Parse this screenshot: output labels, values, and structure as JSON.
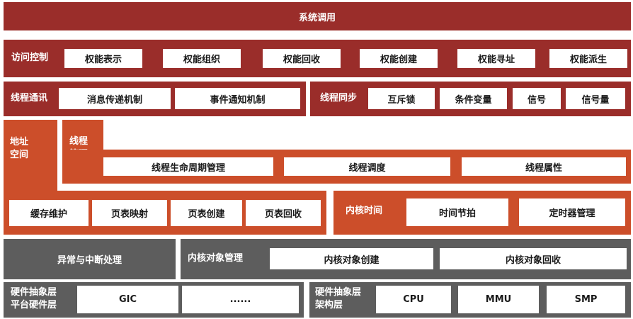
{
  "system_call": "系统调用",
  "access_control": {
    "label": "访问控制",
    "items": [
      "权能表示",
      "权能组织",
      "权能回收",
      "权能创建",
      "权能寻址",
      "权能派生"
    ]
  },
  "thread_comm": {
    "label": "线程通讯",
    "items": [
      "消息传递机制",
      "事件通知机制"
    ]
  },
  "thread_sync": {
    "label": "线程同步",
    "items": [
      "互斥锁",
      "条件变量",
      "信号",
      "信号量"
    ]
  },
  "address_space": {
    "label_line1": "地址",
    "label_line2": "空间",
    "items": [
      "缓存维护",
      "页表映射",
      "页表创建",
      "页表回收"
    ]
  },
  "thread_mgmt": {
    "label_line1": "线程",
    "label_line2": "管理",
    "items": [
      "线程生命周期管理",
      "线程调度",
      "线程属性"
    ]
  },
  "kernel_time": {
    "label": "内核时间",
    "items": [
      "时间节拍",
      "定时器管理"
    ]
  },
  "exception": {
    "label": "异常与中断处理"
  },
  "kernel_obj": {
    "label": "内核对象管理",
    "items": [
      "内核对象创建",
      "内核对象回收"
    ]
  },
  "hal_platform": {
    "label_line1": "硬件抽象层",
    "label_line2": "平台硬件层",
    "items": [
      "GIC",
      "......"
    ]
  },
  "hal_arch": {
    "label_line1": "硬件抽象层",
    "label_line2": "架构层",
    "items": [
      "CPU",
      "MMU",
      "SMP"
    ]
  },
  "colors": {
    "dark_red": "#9a2d2a",
    "orange": "#cc4e2a",
    "gray": "#5d5d5d"
  }
}
